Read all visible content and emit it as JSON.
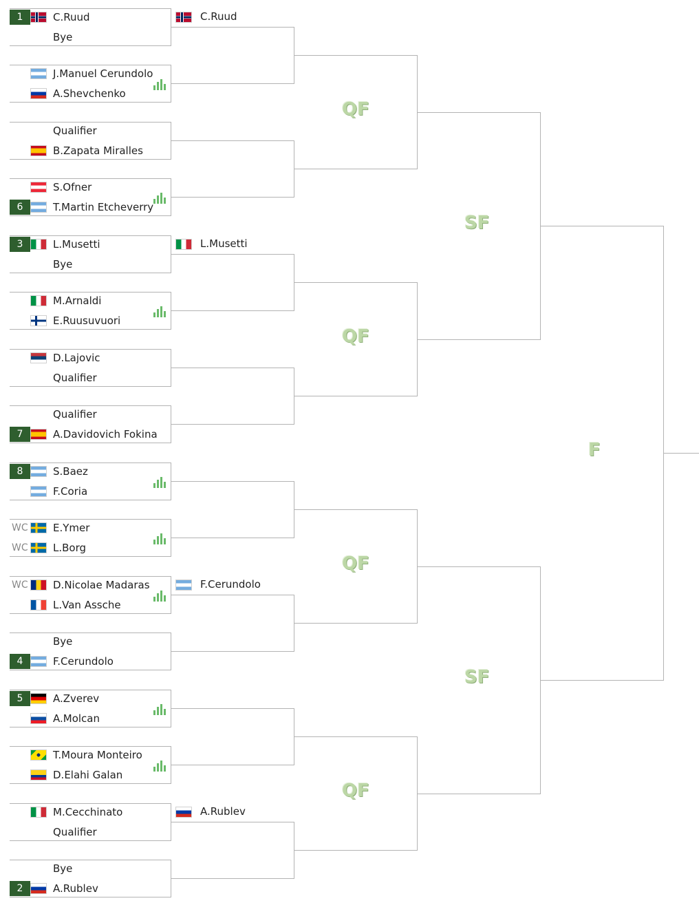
{
  "matches": [
    {
      "p1": {
        "seed": "1",
        "wc": "",
        "flag": "NOR",
        "name": "C.Ruud"
      },
      "p2": {
        "seed": "",
        "wc": "",
        "flag": "",
        "name": "Bye"
      },
      "stats": false
    },
    {
      "p1": {
        "seed": "",
        "wc": "",
        "flag": "ARG",
        "name": "J.Manuel Cerundolo"
      },
      "p2": {
        "seed": "",
        "wc": "",
        "flag": "RUS",
        "name": "A.Shevchenko"
      },
      "stats": true
    },
    {
      "p1": {
        "seed": "",
        "wc": "",
        "flag": "",
        "name": "Qualifier"
      },
      "p2": {
        "seed": "",
        "wc": "",
        "flag": "ESP",
        "name": "B.Zapata Miralles"
      },
      "stats": false
    },
    {
      "p1": {
        "seed": "",
        "wc": "",
        "flag": "AUT",
        "name": "S.Ofner"
      },
      "p2": {
        "seed": "6",
        "wc": "",
        "flag": "ARG",
        "name": "T.Martin Etcheverry"
      },
      "stats": true
    },
    {
      "p1": {
        "seed": "3",
        "wc": "",
        "flag": "ITA",
        "name": "L.Musetti"
      },
      "p2": {
        "seed": "",
        "wc": "",
        "flag": "",
        "name": "Bye"
      },
      "stats": false
    },
    {
      "p1": {
        "seed": "",
        "wc": "",
        "flag": "ITA",
        "name": "M.Arnaldi"
      },
      "p2": {
        "seed": "",
        "wc": "",
        "flag": "FIN",
        "name": "E.Ruusuvuori"
      },
      "stats": true
    },
    {
      "p1": {
        "seed": "",
        "wc": "",
        "flag": "SRB",
        "name": "D.Lajovic"
      },
      "p2": {
        "seed": "",
        "wc": "",
        "flag": "",
        "name": "Qualifier"
      },
      "stats": false
    },
    {
      "p1": {
        "seed": "",
        "wc": "",
        "flag": "",
        "name": "Qualifier"
      },
      "p2": {
        "seed": "7",
        "wc": "",
        "flag": "ESP",
        "name": "A.Davidovich Fokina"
      },
      "stats": false
    },
    {
      "p1": {
        "seed": "8",
        "wc": "",
        "flag": "ARG",
        "name": "S.Baez"
      },
      "p2": {
        "seed": "",
        "wc": "",
        "flag": "ARG",
        "name": "F.Coria"
      },
      "stats": true
    },
    {
      "p1": {
        "seed": "",
        "wc": "WC",
        "flag": "SWE",
        "name": "E.Ymer"
      },
      "p2": {
        "seed": "",
        "wc": "WC",
        "flag": "SWE",
        "name": "L.Borg"
      },
      "stats": true
    },
    {
      "p1": {
        "seed": "",
        "wc": "WC",
        "flag": "ROU",
        "name": "D.Nicolae Madaras"
      },
      "p2": {
        "seed": "",
        "wc": "",
        "flag": "FRA",
        "name": "L.Van Assche"
      },
      "stats": true
    },
    {
      "p1": {
        "seed": "",
        "wc": "",
        "flag": "",
        "name": "Bye"
      },
      "p2": {
        "seed": "4",
        "wc": "",
        "flag": "ARG",
        "name": "F.Cerundolo"
      },
      "stats": false
    },
    {
      "p1": {
        "seed": "5",
        "wc": "",
        "flag": "GER",
        "name": "A.Zverev"
      },
      "p2": {
        "seed": "",
        "wc": "",
        "flag": "SVK",
        "name": "A.Molcan"
      },
      "stats": true
    },
    {
      "p1": {
        "seed": "",
        "wc": "",
        "flag": "BRA",
        "name": "T.Moura Monteiro"
      },
      "p2": {
        "seed": "",
        "wc": "",
        "flag": "COL",
        "name": "D.Elahi Galan"
      },
      "stats": true
    },
    {
      "p1": {
        "seed": "",
        "wc": "",
        "flag": "ITA",
        "name": "M.Cecchinato"
      },
      "p2": {
        "seed": "",
        "wc": "",
        "flag": "",
        "name": "Qualifier"
      },
      "stats": false
    },
    {
      "p1": {
        "seed": "",
        "wc": "",
        "flag": "",
        "name": "Bye"
      },
      "p2": {
        "seed": "2",
        "wc": "",
        "flag": "RUS",
        "name": "A.Rublev"
      },
      "stats": false
    }
  ],
  "second_round": [
    {
      "flag": "NOR",
      "name": "C.Ruud"
    },
    {
      "flag": "",
      "name": ""
    },
    {
      "flag": "ITA",
      "name": "L.Musetti"
    },
    {
      "flag": "",
      "name": ""
    },
    {
      "flag": "",
      "name": ""
    },
    {
      "flag": "ARG",
      "name": "F.Cerundolo"
    },
    {
      "flag": "",
      "name": ""
    },
    {
      "flag": "RUS",
      "name": "A.Rublev"
    }
  ],
  "rounds": {
    "qf": "QF",
    "sf": "SF",
    "f": "F"
  },
  "colors": {
    "line": "#b3b3b3",
    "seed_bg": "#2e5e2e",
    "stats_icon": "#69ba69",
    "round_label": "#bcd7a6"
  }
}
